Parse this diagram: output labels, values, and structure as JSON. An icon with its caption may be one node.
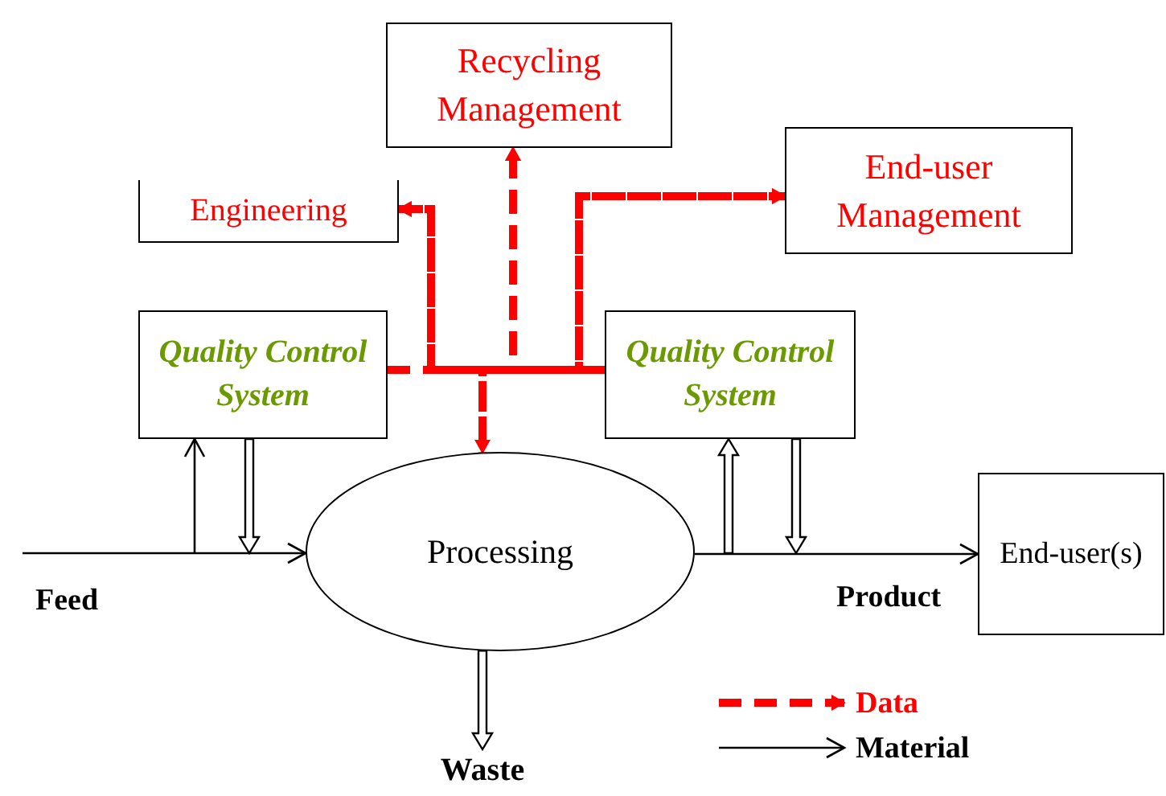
{
  "diagram": {
    "nodes": [
      {
        "text": [
          "Recycling Management"
        ]
      },
      {
        "text": [
          "Engineering"
        ]
      },
      {
        "text": [
          "End-user Management"
        ]
      },
      {
        "text": [
          "Quality Control System"
        ]
      },
      {
        "text": [
          "Quality Control System"
        ]
      },
      {
        "text": [
          "Processing"
        ]
      },
      {
        "text": [
          "End-user(s)"
        ]
      },
      {
        "text": [
          "Waste"
        ]
      }
    ],
    "edges": [
      {
        "from": 3,
        "to": 1,
        "arrow": "to",
        "style": "dashed",
        "color": "#ff0000"
      },
      {
        "from": 4,
        "to": 1,
        "arrow": "to",
        "style": "dashed",
        "color": "#ff0000"
      },
      {
        "from": 3,
        "to": 0,
        "arrow": "to",
        "style": "dashed",
        "color": "#ff0000"
      },
      {
        "from": 4,
        "to": 0,
        "arrow": "to",
        "style": "dashed",
        "color": "#ff0000"
      },
      {
        "from": 3,
        "to": 2,
        "arrow": "to",
        "style": "dashed",
        "color": "#ff0000"
      },
      {
        "from": 4,
        "to": 2,
        "arrow": "to",
        "style": "dashed",
        "color": "#ff0000"
      },
      {
        "from": 3,
        "to": 5,
        "arrow": "to",
        "style": "dashed",
        "color": "#ff0000"
      },
      {
        "from": 4,
        "to": 5,
        "arrow": "to",
        "style": "dashed",
        "color": "#ff0000"
      },
      {
        "from": null,
        "to": 5,
        "arrow": "to",
        "label": "Feed",
        "color": "#000000"
      },
      {
        "from": null,
        "to": 3,
        "arrow": "to",
        "color": "#000000"
      },
      {
        "from": 3,
        "to": null,
        "arrow": "to",
        "style": "thick",
        "color": "#000000"
      },
      {
        "from": 5,
        "to": 6,
        "arrow": "to",
        "label": "Product",
        "color": "#000000"
      },
      {
        "from": null,
        "to": 4,
        "arrow": "to",
        "style": "thick",
        "color": "#000000"
      },
      {
        "from": 4,
        "to": null,
        "arrow": "to",
        "style": "thick",
        "color": "#000000"
      },
      {
        "from": 5,
        "to": 7,
        "arrow": "to",
        "style": "thick",
        "color": "#000000"
      }
    ],
    "legend": [
      {
        "text": "Data"
      },
      {
        "text": "Material"
      }
    ]
  }
}
